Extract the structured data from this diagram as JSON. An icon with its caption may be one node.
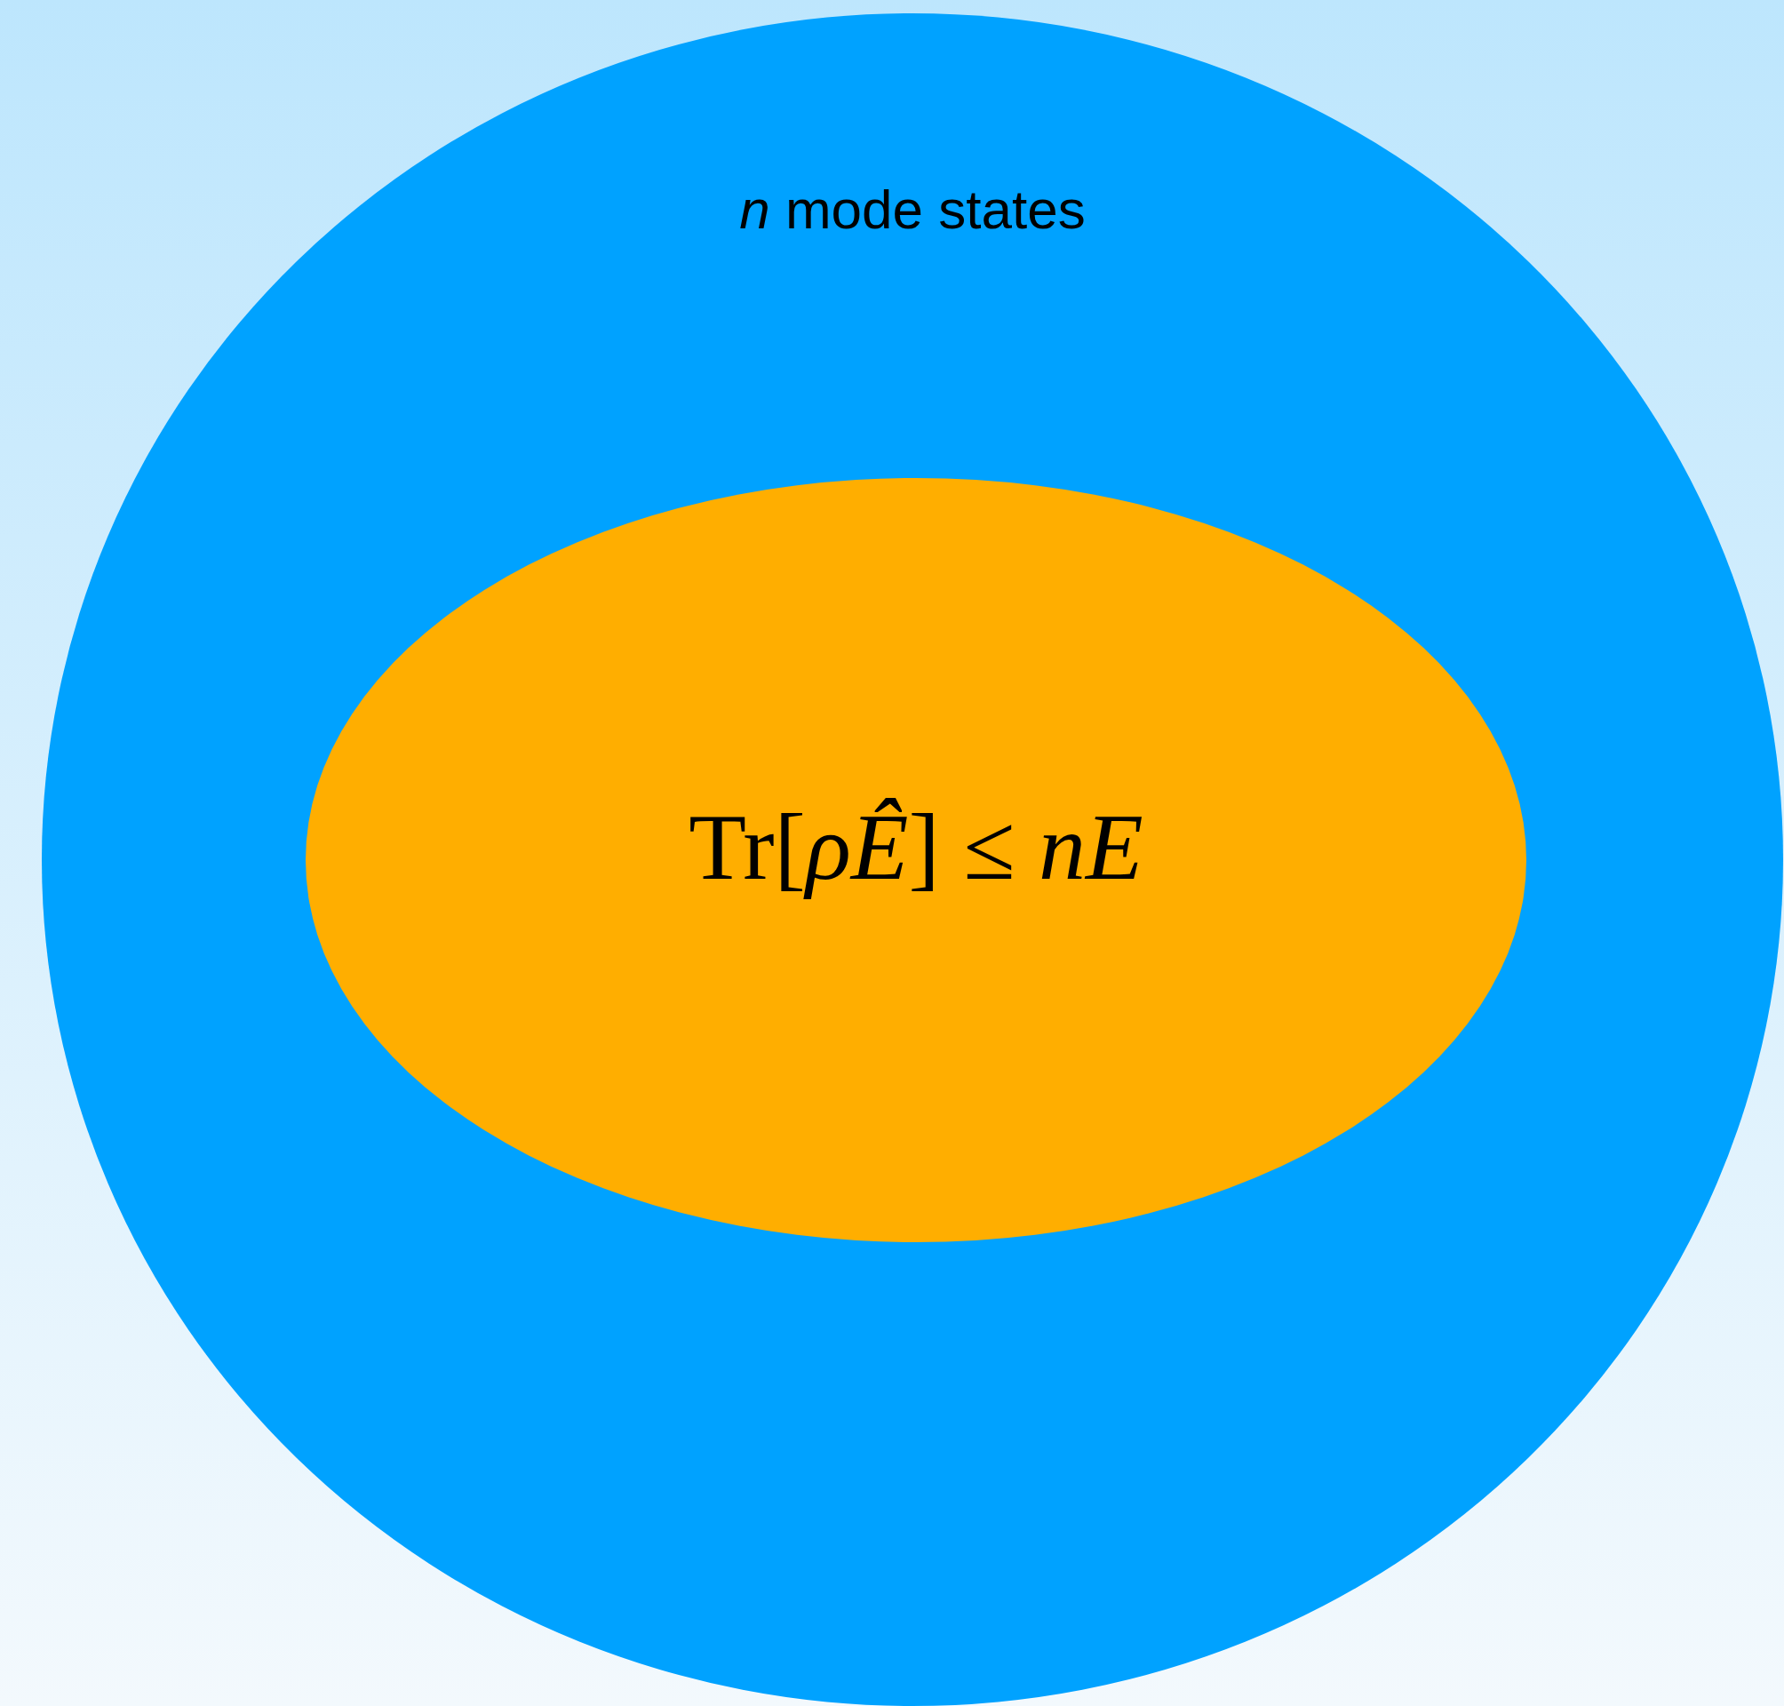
{
  "diagram": {
    "nodes": [
      {
        "text": [
          "*n* mode states"
        ]
      },
      {
        "text": [
          "Tr[*ρÊ*] ≤ *nE*"
        ],
        "in": 0
      }
    ]
  }
}
